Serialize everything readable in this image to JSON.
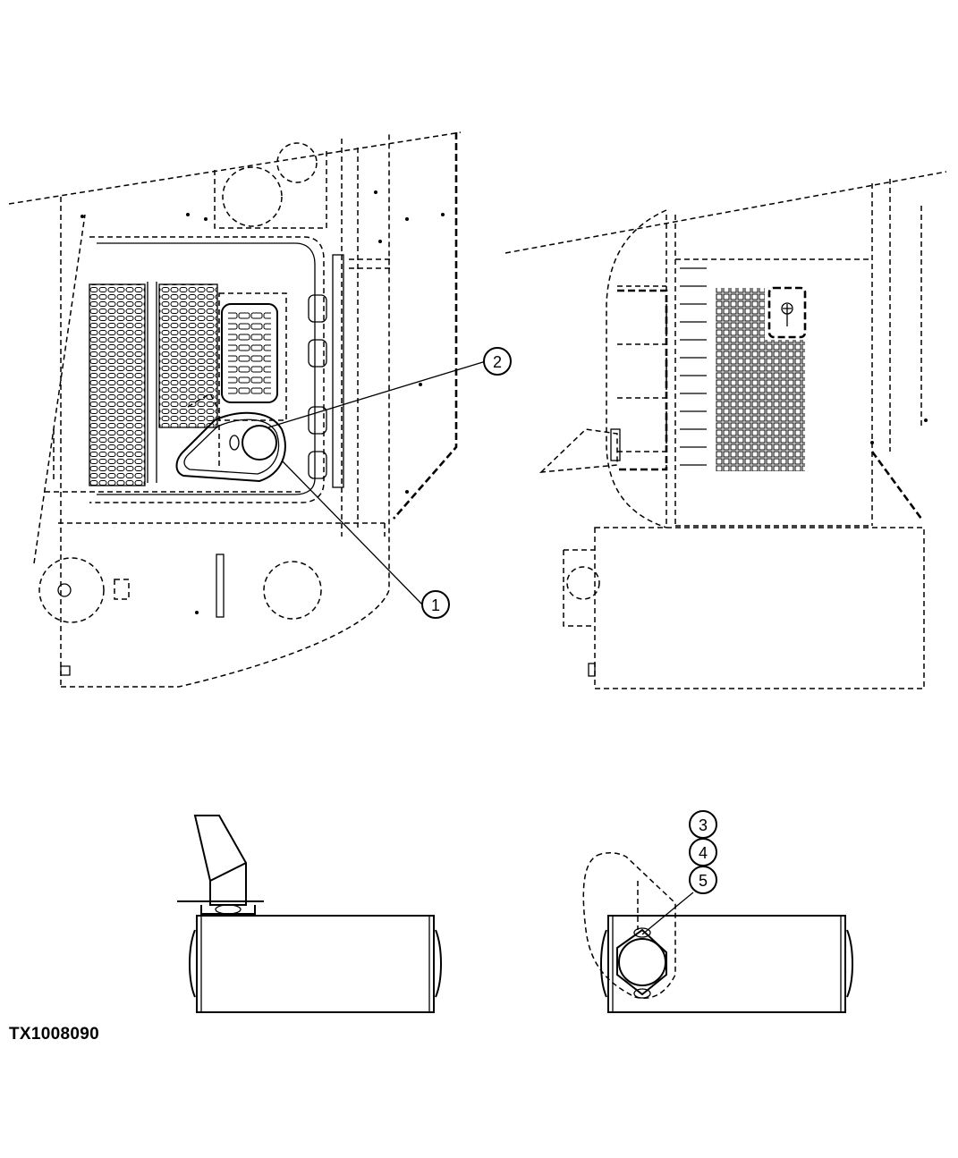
{
  "figure_id": "TX1008090",
  "callouts": [
    {
      "number": "1"
    },
    {
      "number": "2"
    },
    {
      "number": "3"
    },
    {
      "number": "4"
    },
    {
      "number": "5"
    }
  ]
}
